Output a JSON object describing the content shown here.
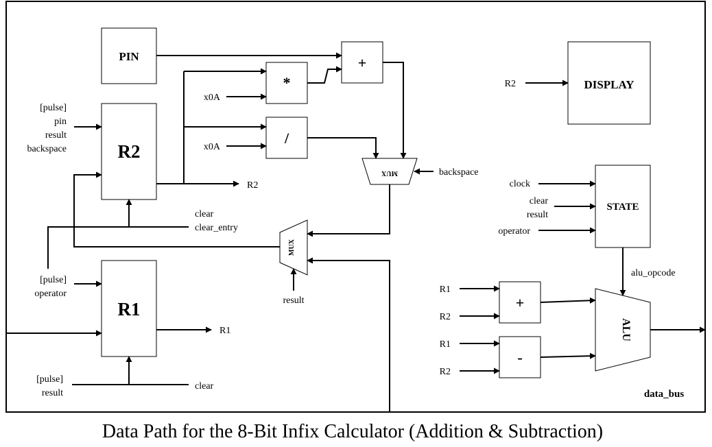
{
  "caption": "Data Path for the 8-Bit Infix Calculator (Addition & Subtraction)",
  "blocks": {
    "pin": "PIN",
    "r2": "R2",
    "r1": "R1",
    "mul": "*",
    "div": "/",
    "add_top": "+",
    "display": "DISPLAY",
    "state": "STATE",
    "alu_add": "+",
    "alu_sub": "-",
    "alu": "ALU",
    "mux_top": "MUX",
    "mux_mid": "MUX"
  },
  "labels": {
    "r2_pulse": "[pulse]",
    "r2_pin": "pin",
    "r2_result": "result",
    "r2_backspace": "backspace",
    "mul_x0a": "x0A",
    "div_x0a": "x0A",
    "r2_out": "R2",
    "mux_backspace": "backspace",
    "clear": "clear",
    "clear_entry": "clear_entry",
    "mux_result": "result",
    "r1_pulse": "[pulse]",
    "r1_operator": "operator",
    "r1_out": "R1",
    "r1b_pulse": "[pulse]",
    "r1b_result": "result",
    "r1_clear": "clear",
    "display_in": "R2",
    "state_clock": "clock",
    "state_clear": "clear",
    "state_result": "result",
    "state_operator": "operator",
    "alu_opcode": "alu_opcode",
    "add_r1": "R1",
    "add_r2": "R2",
    "sub_r1": "R1",
    "sub_r2": "R2",
    "data_bus": "data_bus"
  }
}
